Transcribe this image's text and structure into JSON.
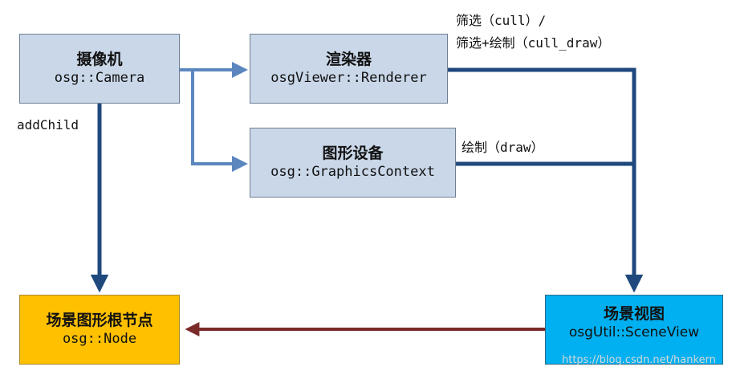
{
  "nodes": {
    "camera": {
      "title": "摄像机",
      "subtitle": "osg::Camera"
    },
    "renderer": {
      "title": "渲染器",
      "subtitle": "osgViewer::Renderer"
    },
    "context": {
      "title": "图形设备",
      "subtitle": "osg::GraphicsContext"
    },
    "node": {
      "title": "场景图形根节点",
      "subtitle": "osg::Node"
    },
    "sceneview": {
      "title": "场景视图",
      "subtitle": "osgUtil::SceneView"
    }
  },
  "edges": {
    "add_child": "addChild",
    "cull": "筛选（cull）/",
    "cull_draw": "筛选+绘制（cull_draw）",
    "draw": "绘制（draw）"
  },
  "colors": {
    "box_blue": "#c9d7e8",
    "node_fill": "#ffc000",
    "sceneview_fill": "#00b0f0",
    "light_arrow": "#5b87be",
    "dark_arrow": "#1f497d",
    "red_arrow": "#7b2a2a"
  },
  "watermark": "https://blog.csdn.net/hankern"
}
